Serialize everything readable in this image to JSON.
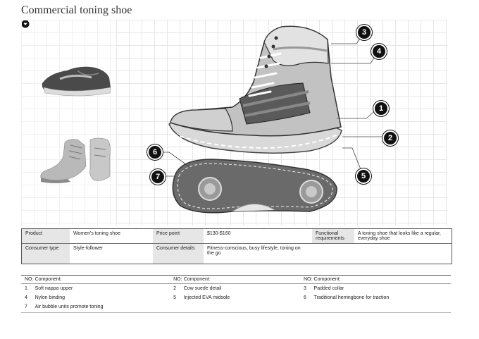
{
  "title": "Commercial toning shoe",
  "callouts": [
    "1",
    "2",
    "3",
    "4",
    "5",
    "6",
    "7"
  ],
  "spec": {
    "product_label": "Product",
    "product_value": "Women's toning shoe",
    "price_label": "Price point",
    "price_value": "$130-$160",
    "functional_label": "Functional requirements",
    "functional_value": "A toning shoe that looks like a regular, everyday shoe",
    "consumer_type_label": "Consumer type",
    "consumer_type_value": "Style-follower",
    "consumer_details_label": "Consumer details",
    "consumer_details_value": "Fitness-conscious, busy lifestyle, toning on the go"
  },
  "components": {
    "no_label": "NO:",
    "component_label": "Component:",
    "rows": [
      [
        {
          "no": "1",
          "name": "Soft nappa upper"
        },
        {
          "no": "2",
          "name": "Cow suede detail"
        },
        {
          "no": "3",
          "name": "Padded collar"
        }
      ],
      [
        {
          "no": "4",
          "name": "Nylon binding"
        },
        {
          "no": "5",
          "name": "Injected EVA midsole"
        },
        {
          "no": "6",
          "name": "Traditional herringbone for traction"
        }
      ],
      [
        {
          "no": "7",
          "name": "Air bubble units promote toning"
        },
        {
          "no": "",
          "name": ""
        },
        {
          "no": "",
          "name": ""
        }
      ]
    ]
  }
}
